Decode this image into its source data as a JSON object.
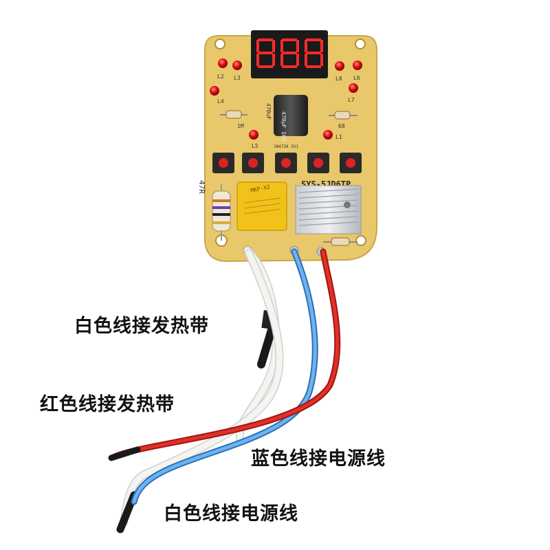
{
  "labels": {
    "white_wire_heater": "白色线接发热带",
    "red_wire_heater": "红色线接发热带",
    "blue_wire_power": "蓝色线接电源线",
    "white_wire_power": "白色线接电源线"
  },
  "board": {
    "model_text": "SYS-5JD6TP",
    "resistor_label": "47R",
    "capacitor_text": "470μF 16V",
    "capacitor_side_text": "470uF",
    "diode_text": "1N4728 5V1",
    "led_labels": [
      "L2",
      "L3",
      "L4",
      "L5",
      "L1",
      "L6",
      "L7",
      "L8"
    ],
    "resistor_1m": "1M",
    "resistor_68": "68",
    "relay_text": "MKP-X2"
  },
  "colors": {
    "pcb": "#e8c86a",
    "wire_white": "#f4f4f0",
    "wire_blue": "#3a8fd8",
    "wire_red": "#d8241e",
    "display_red": "#ff2a2a",
    "led_red": "#e01010",
    "capacitor_x2": "#f2c21a"
  }
}
